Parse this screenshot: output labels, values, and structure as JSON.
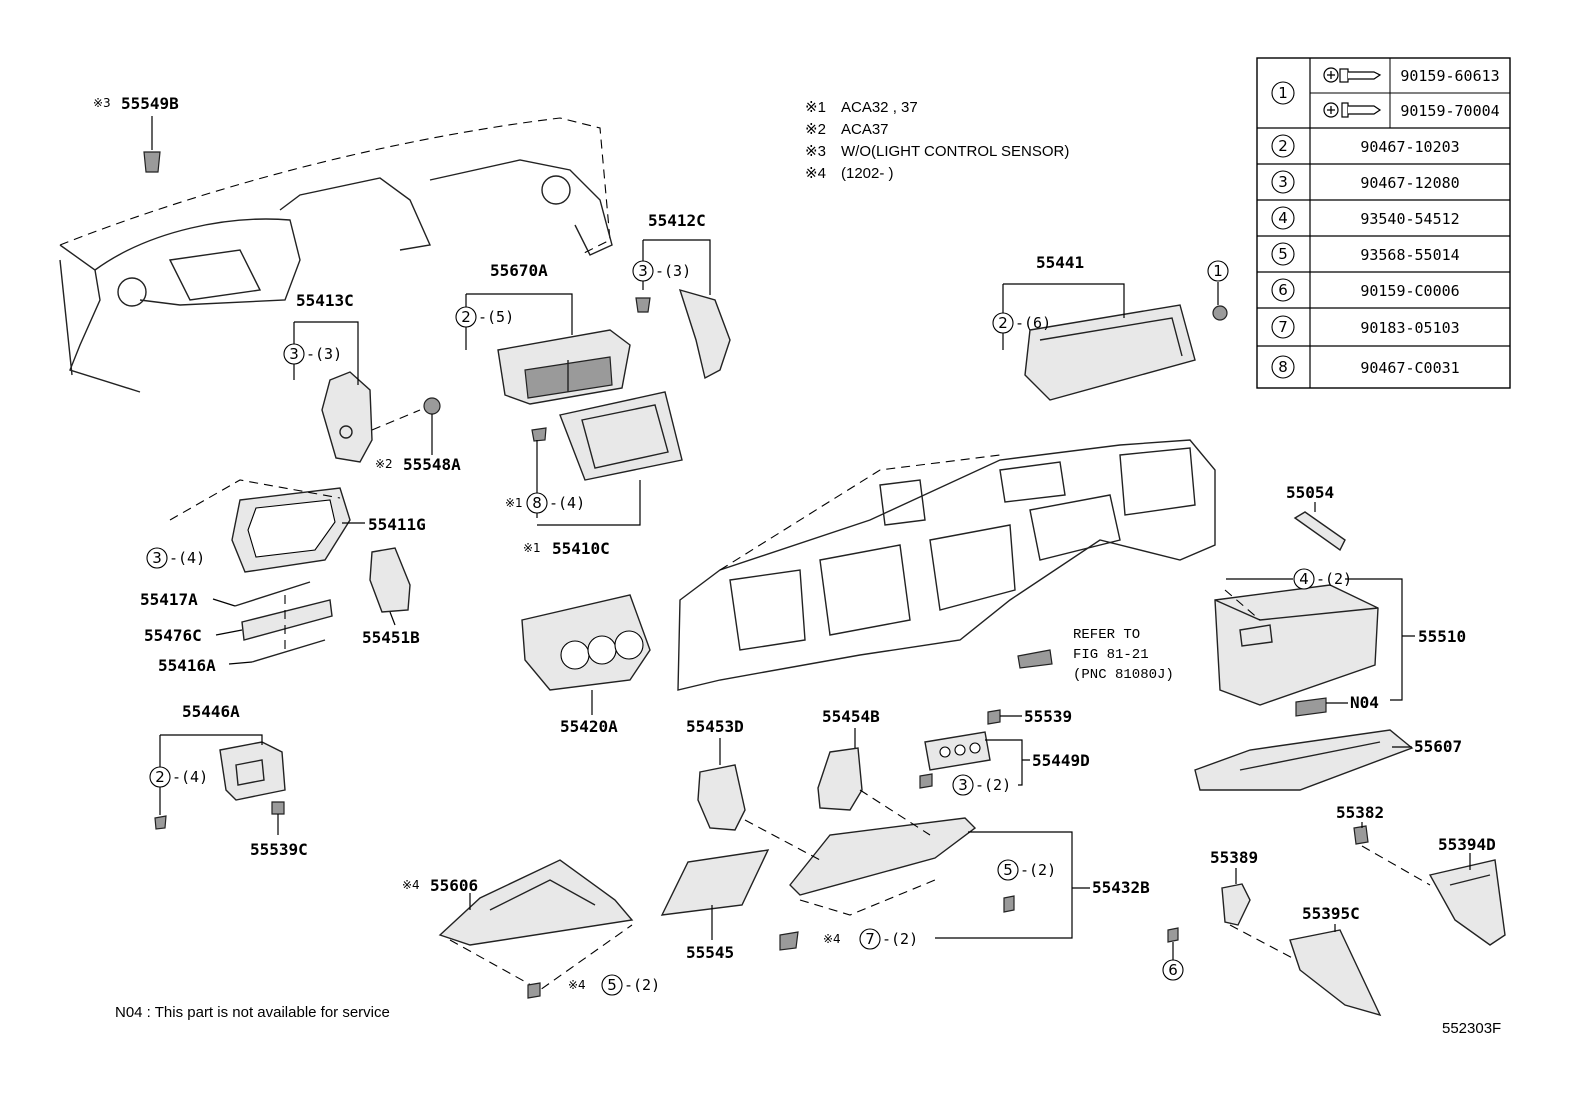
{
  "notes": [
    {
      "mark": "※1",
      "text": "ACA32 , 37"
    },
    {
      "mark": "※2",
      "text": "ACA37"
    },
    {
      "mark": "※3",
      "text": "W/O(LIGHT CONTROL SENSOR)"
    },
    {
      "mark": "※4",
      "text": "(1202-        )"
    }
  ],
  "fastener_table": {
    "rows": [
      {
        "ref": "1",
        "parts": [
          "90159-60613",
          "90159-70004"
        ]
      },
      {
        "ref": "2",
        "parts": [
          "90467-10203"
        ]
      },
      {
        "ref": "3",
        "parts": [
          "90467-12080"
        ]
      },
      {
        "ref": "4",
        "parts": [
          "93540-54512"
        ]
      },
      {
        "ref": "5",
        "parts": [
          "93568-55014"
        ]
      },
      {
        "ref": "6",
        "parts": [
          "90159-C0006"
        ]
      },
      {
        "ref": "7",
        "parts": [
          "90183-05103"
        ]
      },
      {
        "ref": "8",
        "parts": [
          "90467-C0031"
        ]
      }
    ]
  },
  "labels": {
    "p55549B": "55549B",
    "p55413C": "55413C",
    "p55548A": "55548A",
    "p55670A": "55670A",
    "p55412C": "55412C",
    "p55441": "55441",
    "p55411G": "55411G",
    "p55410C": "55410C",
    "p55417A": "55417A",
    "p55476C": "55476C",
    "p55416A": "55416A",
    "p55451B": "55451B",
    "p55420A": "55420A",
    "p55446A": "55446A",
    "p55539C": "55539C",
    "p55054": "55054",
    "p55510": "55510",
    "pN04": "N04",
    "p55607": "55607",
    "p55453D": "55453D",
    "p55454B": "55454B",
    "p55539": "55539",
    "p55449D": "55449D",
    "p55432B": "55432B",
    "p55606": "55606",
    "p55545": "55545",
    "p55382": "55382",
    "p55389": "55389",
    "p55394D": "55394D",
    "p55395C": "55395C"
  },
  "qty": {
    "q1": "-(3)",
    "q2": "-(5)",
    "q3": "-(3)",
    "q4": "-(6)",
    "q5": "-(4)",
    "q6": "-(4)",
    "q7": "-(2)",
    "q8": "-(4)",
    "q9": "-(2)",
    "q10": "-(2)",
    "q11": "-(2)",
    "q12": "-(2)"
  },
  "circles": {
    "c1": "1",
    "c2": "2",
    "c3": "3",
    "c4": "4",
    "c5": "5",
    "c6": "6",
    "c7": "7",
    "c8": "8"
  },
  "marks": {
    "m1": "※1",
    "m2": "※2",
    "m3": "※3",
    "m4": "※4"
  },
  "refer": {
    "line1": "REFER TO",
    "line2": "FIG 81-21",
    "line3": "(PNC 81080J)"
  },
  "footer": {
    "availability_note": "N04 : This part is not available for service",
    "figure_id": "552303F"
  }
}
